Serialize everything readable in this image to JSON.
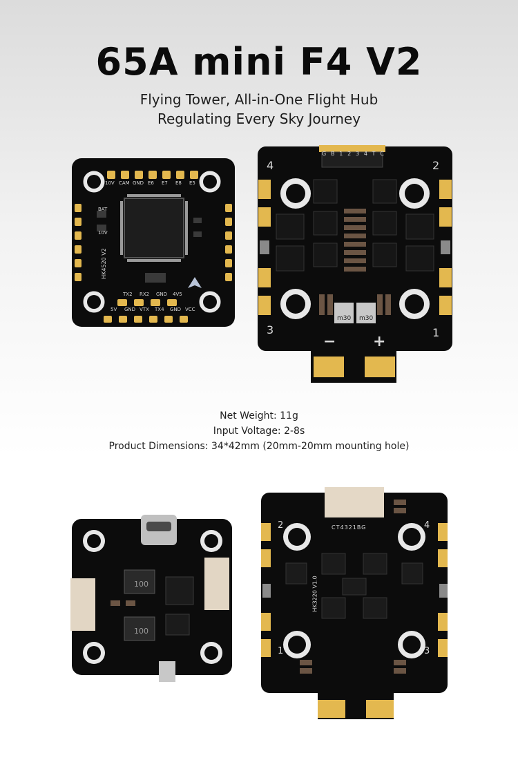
{
  "header": {
    "title": "65A mini F4 V2",
    "subtitle_line1": "Flying Tower, All-in-One Flight Hub",
    "subtitle_line2": "Regulating Every Sky Journey"
  },
  "specs": {
    "net_weight": "Net Weight: 11g",
    "input_voltage": "Input Voltage: 2-8s",
    "dimensions": "Product Dimensions: 34*42mm (20mm-20mm mounting hole)"
  },
  "fc_top": {
    "pad_labels_top": [
      "10V",
      "CAM",
      "GND",
      "E6",
      "E7",
      "E8",
      "E5"
    ],
    "pad_labels_bottom_row1": [
      "TX2",
      "RX2",
      "GND",
      "4V5"
    ],
    "pad_labels_bottom_row2": [
      "5V",
      "GND",
      "VTX",
      "TX4",
      "GND",
      "VCC"
    ],
    "silk_model": "HK4520 V2",
    "silk_bat": "BAT",
    "silk_10v": "10V"
  },
  "esc_top": {
    "connector_labels": [
      "G",
      "B",
      "1",
      "2",
      "3",
      "4",
      "T",
      "C"
    ],
    "corner_labels": [
      "4",
      "2",
      "3",
      "1"
    ],
    "polarity_minus": "−",
    "polarity_plus": "+",
    "inductor_marks": [
      "m30",
      "m30"
    ]
  },
  "fc_bottom": {
    "inductor_marks": [
      "100",
      "100"
    ]
  },
  "esc_bottom": {
    "corner_labels": [
      "2",
      "4",
      "1",
      "3"
    ],
    "connector_labels": "CT4321BG",
    "silk_model": "HK3220 V1.0"
  },
  "colors": {
    "pcb": "#0c0c0c",
    "gold": "#e3b84f",
    "silk": "#d8d8d8",
    "heading": "#0b0b0b"
  }
}
